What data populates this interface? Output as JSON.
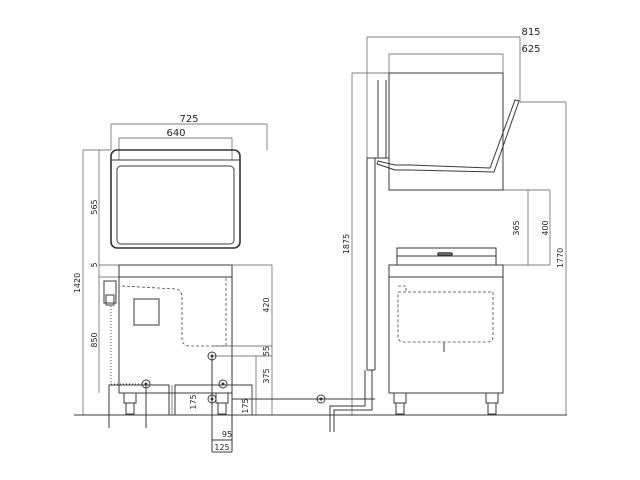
{
  "dimensions": {
    "front_width_outer": "725",
    "front_width_inner": "640",
    "side_width_outer": "815",
    "side_width_inner": "625",
    "hood_height": "565",
    "gap_small": "5",
    "total_height_front": "1420",
    "base_height": "850",
    "side_drain_420": "420",
    "side_drain_55": "55",
    "side_drain_375": "375",
    "inlet_175_left": "175",
    "inlet_175_right": "175",
    "offset_95": "95",
    "offset_125": "125",
    "total_height_side": "1875",
    "lift_365": "365",
    "lift_400": "400",
    "open_height_1770": "1770"
  }
}
